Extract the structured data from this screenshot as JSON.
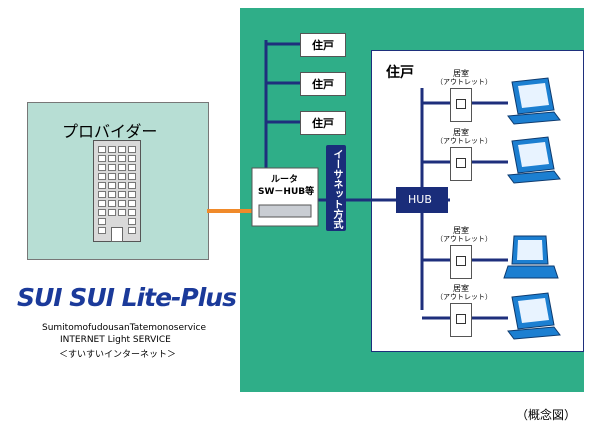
{
  "provider": {
    "label": "プロバイダー"
  },
  "units": [
    "住戸",
    "住戸",
    "住戸"
  ],
  "router": {
    "line1": "ルータ",
    "line2": "SW－HUB等"
  },
  "ethernet_label": "イーサネット方式",
  "hub_label": "HUB",
  "residence_label": "住戸",
  "rooms": [
    {
      "line1": "居室",
      "line2": "（アウトレット）",
      "device": "desktop-pc"
    },
    {
      "line1": "居室",
      "line2": "（アウトレット）",
      "device": "desktop-pc"
    },
    {
      "line1": "居室",
      "line2": "（アウトレット）",
      "device": "laptop-pc"
    },
    {
      "line1": "居室",
      "line2": "（アウトレット）",
      "device": "desktop-pc"
    }
  ],
  "logo": {
    "brand": "SUI SUI Lite-Plus",
    "company": "SumitomofudousanTatemonoservice",
    "service": "INTERNET Light SERVICE",
    "tagline": "＜すいすいインターネット＞"
  },
  "caption": "（概念図）",
  "colors": {
    "building": "#2fae88",
    "provider": "#b7ded4",
    "line": "#1e2f7c",
    "uplink": "#f08a2a",
    "hub": "#1a2d7a",
    "computer": "#1c7fd1",
    "logo": "#1b3a9a"
  }
}
